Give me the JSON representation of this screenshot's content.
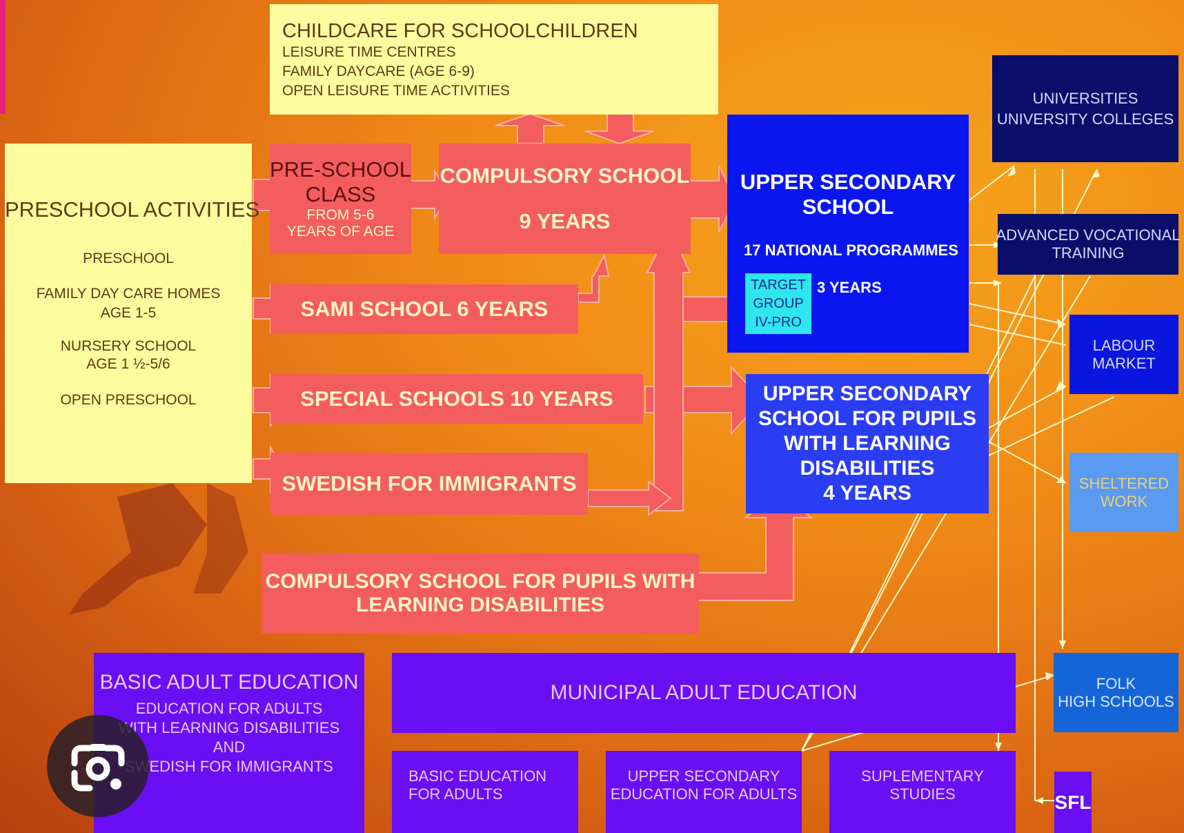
{
  "childcare": {
    "title": "CHILDCARE FOR SCHOOLCHILDREN",
    "lines": [
      "LEISURE TIME CENTRES",
      "FAMILY DAYCARE  (AGE 6-9)",
      "OPEN LEISURE TIME ACTIVITIES"
    ]
  },
  "preschool": {
    "title": "PRESCHOOL ACTIVITIES",
    "items": [
      "PRESCHOOL",
      "FAMILY DAY CARE HOMES",
      "AGE 1-5",
      "NURSERY SCHOOL",
      "AGE 1 ½-5/6",
      "OPEN PRESCHOOL"
    ]
  },
  "preschool_class": {
    "lines": [
      "PRE-SCHOOL",
      "CLASS",
      "FROM 5-6",
      "YEARS OF AGE"
    ]
  },
  "compulsory": {
    "line1": "COMPULSORY SCHOOL",
    "line2": "9 YEARS"
  },
  "sami": {
    "label": "SAMI SCHOOL 6 YEARS"
  },
  "special": {
    "label": "SPECIAL SCHOOLS 10 YEARS"
  },
  "sfi": {
    "label": "SWEDISH FOR IMMIGRANTS"
  },
  "compulsory_ld": {
    "line1": "COMPULSORY SCHOOL FOR PUPILS WITH",
    "line2": "LEARNING DISABILITIES"
  },
  "upper_secondary": {
    "line1": "UPPER SECONDARY",
    "line2": "SCHOOL",
    "programmes": "17 NATIONAL  PROGRAMMES",
    "target": [
      "TARGET",
      "GROUP",
      "IV-PRO"
    ],
    "years": "3 YEARS"
  },
  "upper_secondary_ld": {
    "lines": [
      "UPPER SECONDARY",
      "SCHOOL FOR PUPILS",
      "WITH LEARNING",
      "DISABILITIES",
      "4 YEARS"
    ]
  },
  "universities": {
    "lines": [
      "UNIVERSITIES",
      "UNIVERSITY COLLEGES"
    ]
  },
  "advanced_vocational": {
    "lines": [
      "ADVANCED VOCATIONAL",
      "TRAINING"
    ]
  },
  "labour_market": {
    "lines": [
      "LABOUR",
      "MARKET"
    ]
  },
  "sheltered_work": {
    "lines": [
      "SHELTERED",
      "WORK"
    ]
  },
  "folk_high": {
    "lines": [
      "FOLK",
      "HIGH SCHOOLS"
    ]
  },
  "basic_adult": {
    "title": "BASIC ADULT EDUCATION",
    "lines": [
      "EDUCATION FOR ADULTS",
      "WITH LEARNING DISABILITIES",
      "AND",
      "SWEDISH FOR IMMIGRANTS"
    ]
  },
  "municipal_adult": {
    "label": "MUNICIPAL ADULT EDUCATION"
  },
  "basic_education_adults": {
    "lines": [
      "BASIC EDUCATION",
      "FOR ADULTS"
    ]
  },
  "upper_secondary_adults": {
    "lines": [
      "UPPER SECONDARY",
      "EDUCATION FOR ADULTS"
    ]
  },
  "supplementary": {
    "lines": [
      "SUPLEMENTARY",
      "STUDIES"
    ]
  },
  "sfl": {
    "label": "SFL"
  },
  "colors": {
    "yellow": "#fdfc9e",
    "red": "#f45d5d",
    "blue": "#0a16f0",
    "navy": "#0a0e6a",
    "purple": "#6a0ef3",
    "cyan": "#2ee6f0",
    "sky": "#5a9af0"
  },
  "lens_button": {
    "icon": "lens-camera-icon"
  }
}
